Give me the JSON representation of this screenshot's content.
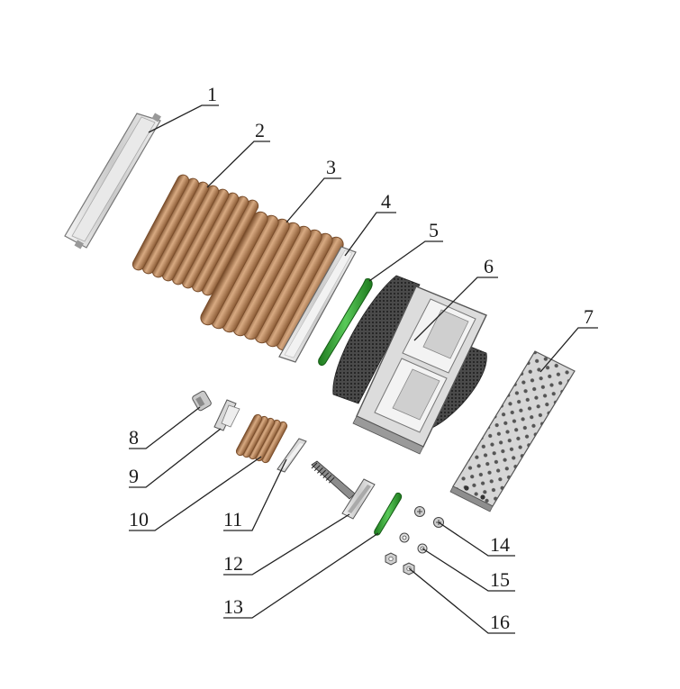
{
  "callouts": [
    {
      "id": "1",
      "label": "1"
    },
    {
      "id": "2",
      "label": "2"
    },
    {
      "id": "3",
      "label": "3"
    },
    {
      "id": "4",
      "label": "4"
    },
    {
      "id": "5",
      "label": "5"
    },
    {
      "id": "6",
      "label": "6"
    },
    {
      "id": "7",
      "label": "7"
    },
    {
      "id": "8",
      "label": "8"
    },
    {
      "id": "9",
      "label": "9"
    },
    {
      "id": "10",
      "label": "10"
    },
    {
      "id": "11",
      "label": "11"
    },
    {
      "id": "12",
      "label": "12"
    },
    {
      "id": "13",
      "label": "13"
    },
    {
      "id": "14",
      "label": "14"
    },
    {
      "id": "15",
      "label": "15"
    },
    {
      "id": "16",
      "label": "16"
    }
  ],
  "colors": {
    "copper": "#b07a4e",
    "copper_dark": "#7a4e2c",
    "copper_light": "#d8aa82",
    "green": "#2fa12f",
    "steel": "#d9d9d9",
    "steel_dark": "#8a8a8a",
    "mesh": "#3a3a3a"
  }
}
